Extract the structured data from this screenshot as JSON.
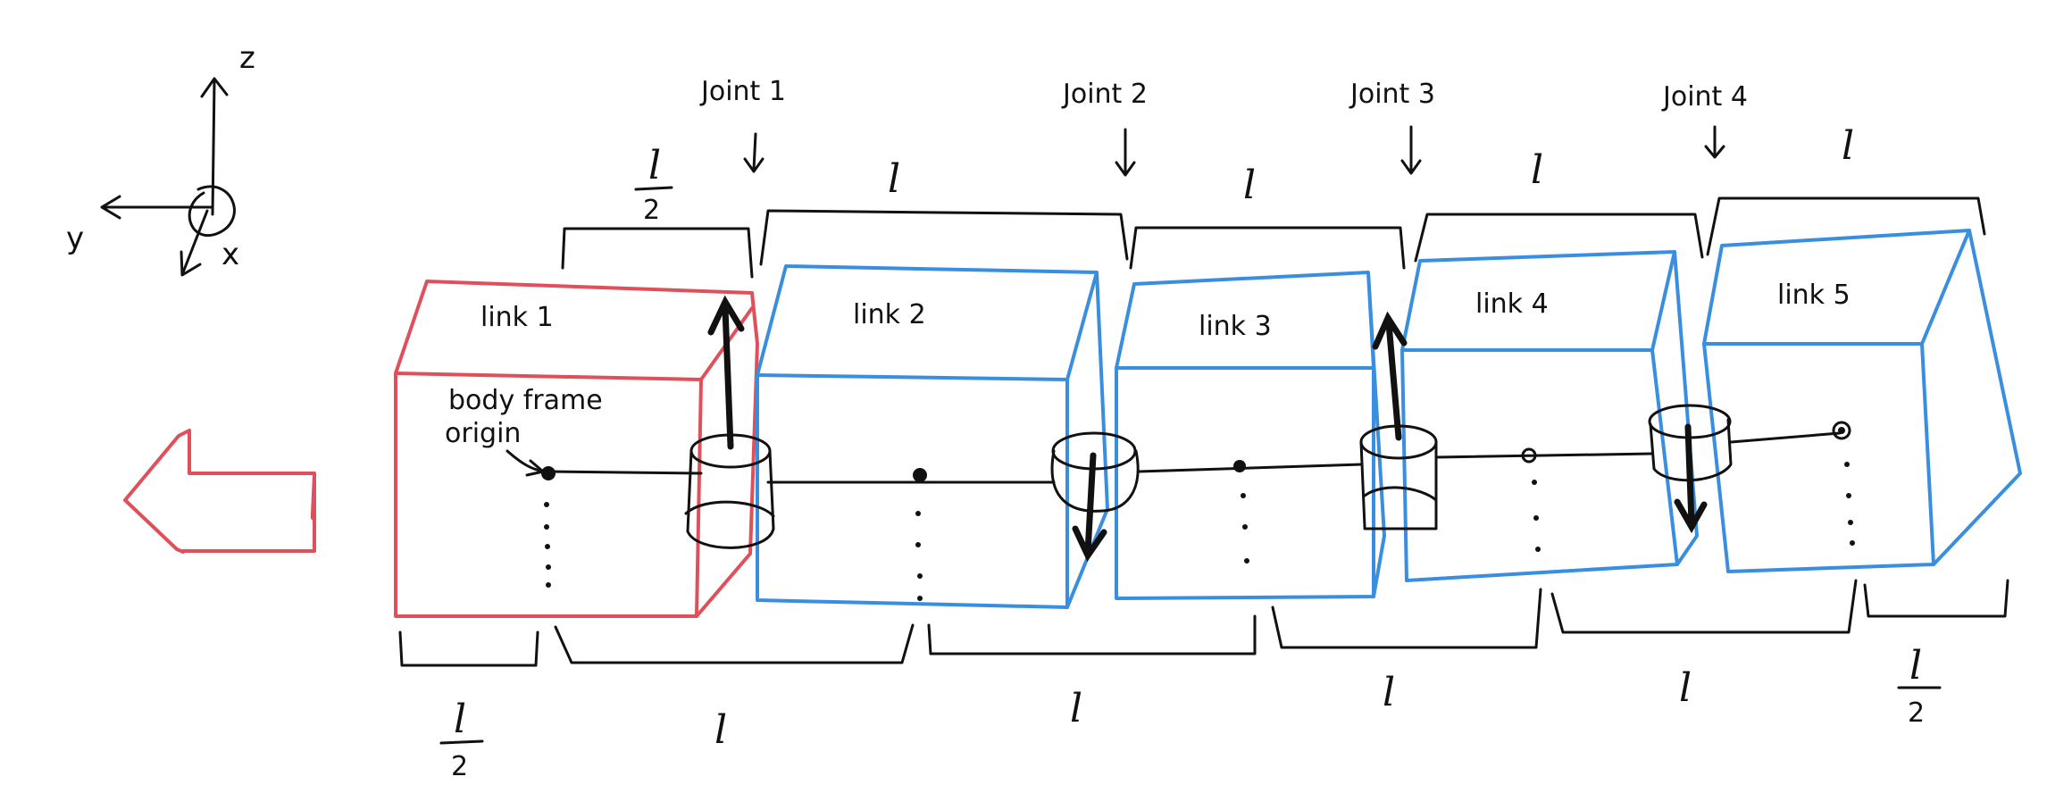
{
  "axes": {
    "z": "z",
    "y": "y",
    "x": "x"
  },
  "links": [
    {
      "label": "link 1"
    },
    {
      "label": "link 2"
    },
    {
      "label": "link 3"
    },
    {
      "label": "link 4"
    },
    {
      "label": "link 5"
    }
  ],
  "joints": [
    {
      "label": "Joint 1"
    },
    {
      "label": "Joint 2"
    },
    {
      "label": "Joint 3"
    },
    {
      "label": "Joint 4"
    }
  ],
  "body_frame": {
    "line1": "body frame",
    "line2": "origin"
  },
  "length": {
    "full": "l",
    "half_num": "l",
    "half_den": "2"
  },
  "colors": {
    "head_link": "#e0505a",
    "body_links": "#3a8ee0",
    "ink": "#111111"
  }
}
